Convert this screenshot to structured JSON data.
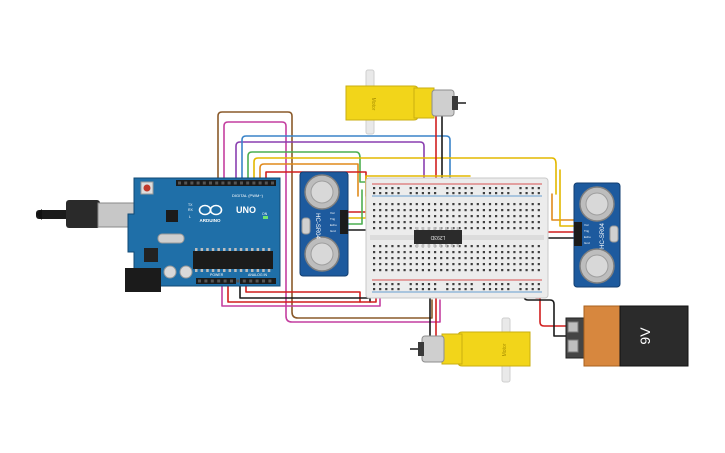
{
  "arduino": {
    "logo_text": "ARDUINO",
    "model": "UNO",
    "digital_label": "DIGITAL (PWM~)",
    "analog_label": "ANALOG IN",
    "power_label": "POWER",
    "aref_label": "AREF",
    "gnd_label": "GND",
    "tx_label": "TX",
    "rx_label": "RX",
    "on_label": "ON",
    "l_label": "L"
  },
  "sensor_left": {
    "model": "HC-SR04",
    "pins": [
      "Vcc",
      "Trig",
      "Echo",
      "Gnd"
    ]
  },
  "sensor_right": {
    "model": "HC-SR04",
    "pins": [
      "Vcc",
      "Trig",
      "Echo",
      "Gnd"
    ]
  },
  "motor_top": {
    "label": "Motor"
  },
  "motor_bottom": {
    "label": "Motor"
  },
  "driver_chip": {
    "label": "L293D"
  },
  "battery": {
    "label": "9V"
  },
  "colors": {
    "board_blue": "#1f6fa8",
    "sensor_blue": "#1d5a9e",
    "motor_yellow": "#f2d51a",
    "battery_orange": "#d7873e",
    "wire_red": "#d11f1f",
    "wire_black": "#1a1a1a",
    "wire_purple": "#8a3fb0",
    "wire_magenta": "#c43fa0",
    "wire_blue": "#3a84c9",
    "wire_green": "#4caf50",
    "wire_yellow": "#e3b800",
    "wire_orange": "#e08a1c",
    "wire_brown": "#8a5a2a",
    "wire_teal": "#2fa6b8"
  }
}
